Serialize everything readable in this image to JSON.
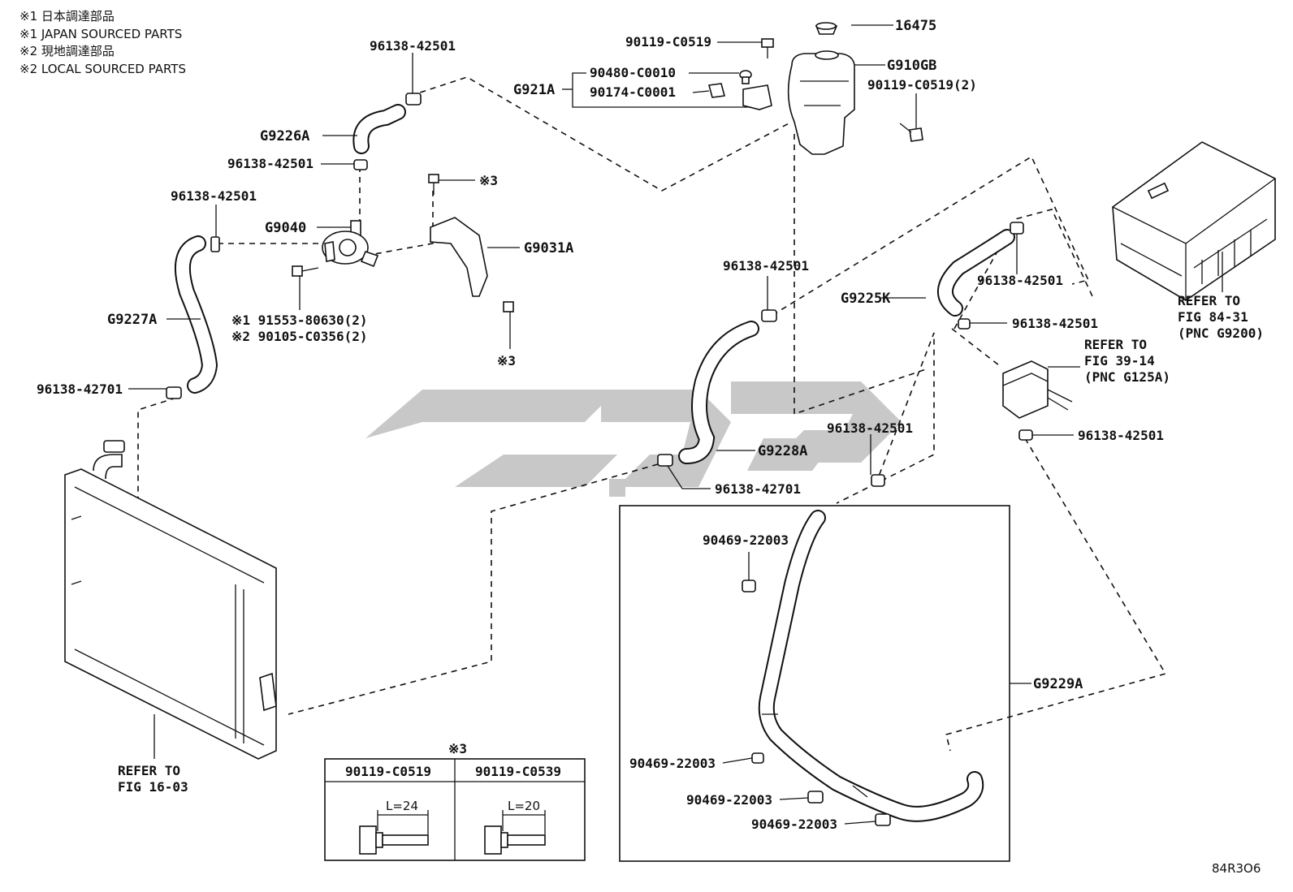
{
  "notes": {
    "n1_jp": "※1 日本調達部品",
    "n1_en": "※1 JAPAN SOURCED PARTS",
    "n2_jp": "※2 現地調達部品",
    "n2_en": "※2 LOCAL SOURCED PARTS"
  },
  "labels": {
    "p16475": "16475",
    "p90119_c0519_top": "90119-C0519",
    "p90480": "90480-C0010",
    "p90174": "90174-C0001",
    "g921a": "G921A",
    "g910gb": "G910GB",
    "p90119_c0519_2": "90119-C0519(2)",
    "p96138_top": "96138-42501",
    "g9226a": "G9226A",
    "p96138_b": "96138-42501",
    "p96138_c": "96138-42501",
    "g9040": "G9040",
    "mark3_a": "※3",
    "g9031a": "G9031A",
    "g9227a": "G9227A",
    "p91553": "※1 91553-80630(2)",
    "p90105": "※2 90105-C0356(2)",
    "mark3_b": "※3",
    "p96138_42701_left": "96138-42701",
    "p96138_d": "96138-42501",
    "g9225k": "G9225K",
    "p96138_e": "96138-42501",
    "p96138_f": "96138-42501",
    "g9228a": "G9228A",
    "p96138_g": "96138-42501",
    "p96138_42701_mid": "96138-42701",
    "p96138_h": "96138-42501",
    "ref_fig_84_31_a": "REFER TO",
    "ref_fig_84_31_b": "FIG 84-31",
    "ref_fig_84_31_c": "(PNC G9200)",
    "ref_fig_39_14_a": "REFER TO",
    "ref_fig_39_14_b": "FIG 39-14",
    "ref_fig_39_14_c": "(PNC G125A)",
    "ref_fig_16_03_a": "REFER TO",
    "ref_fig_16_03_b": "FIG 16-03",
    "p90469_a": "90469-22003",
    "p90469_b": "90469-22003",
    "p90469_c": "90469-22003",
    "p90469_d": "90469-22003",
    "g9229a": "G9229A",
    "figure_id": "84R3O6"
  },
  "bolt_table": {
    "title": "※3",
    "columns": [
      {
        "part": "90119-C0519",
        "length": "L=24"
      },
      {
        "part": "90119-C0539",
        "length": "L=20"
      }
    ]
  }
}
